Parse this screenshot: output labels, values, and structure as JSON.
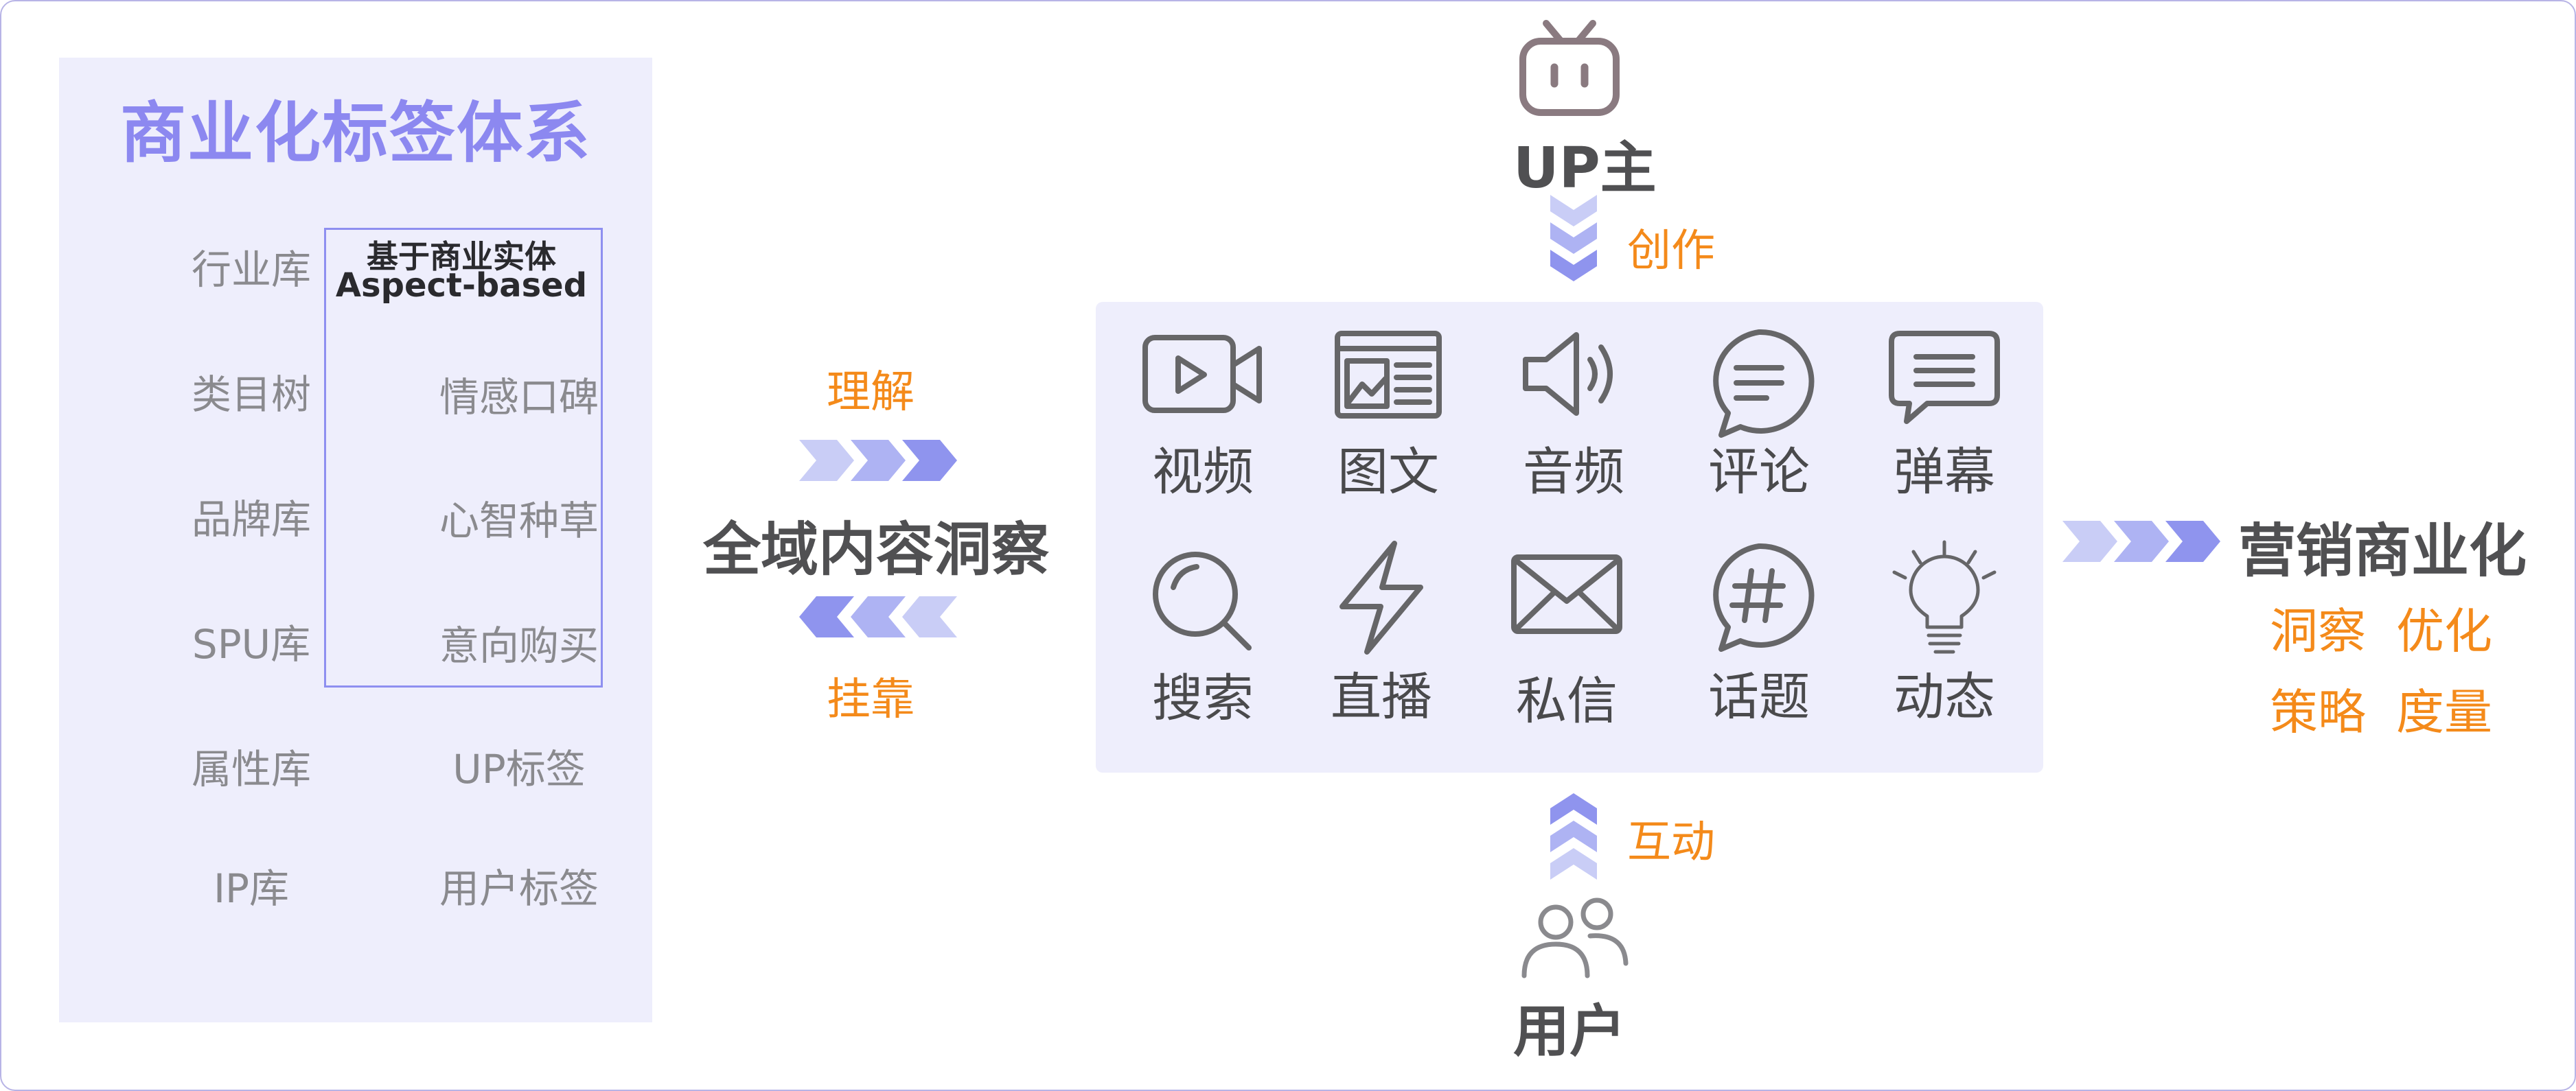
{
  "left_panel": {
    "title": "商业化标签体系",
    "col1": [
      "行业库",
      "类目树",
      "品牌库",
      "SPU库",
      "属性库",
      "IP库"
    ],
    "aspect_title": "基于商业实体",
    "aspect_subtitle": "Aspect-based",
    "col2": [
      "情感口碑",
      "心智种草",
      "意向购买",
      "UP标签",
      "用户标签"
    ]
  },
  "connector": {
    "understand": "理解",
    "center": "全域内容洞察",
    "attach": "挂靠"
  },
  "top": {
    "creator": "UP主",
    "action": "创作"
  },
  "bottom": {
    "user": "用户",
    "action": "互动"
  },
  "content_types": [
    {
      "label": "视频",
      "icon": "video-icon"
    },
    {
      "label": "图文",
      "icon": "article-icon"
    },
    {
      "label": "音频",
      "icon": "audio-icon"
    },
    {
      "label": "评论",
      "icon": "comment-icon"
    },
    {
      "label": "弹幕",
      "icon": "danmaku-icon"
    },
    {
      "label": "搜索",
      "icon": "search-icon"
    },
    {
      "label": "直播",
      "icon": "lightning-icon"
    },
    {
      "label": "私信",
      "icon": "mail-icon"
    },
    {
      "label": "话题",
      "icon": "hashtag-icon"
    },
    {
      "label": "动态",
      "icon": "bulb-icon"
    }
  ],
  "right": {
    "title": "营销商业化",
    "items": [
      "洞察",
      "优化",
      "策略",
      "度量"
    ]
  },
  "colors": {
    "accent_purple": "#6f67ec",
    "orange": "#f48a1a",
    "panel_bg": "#eeeefc",
    "text_gray": "#8a8a8e"
  }
}
